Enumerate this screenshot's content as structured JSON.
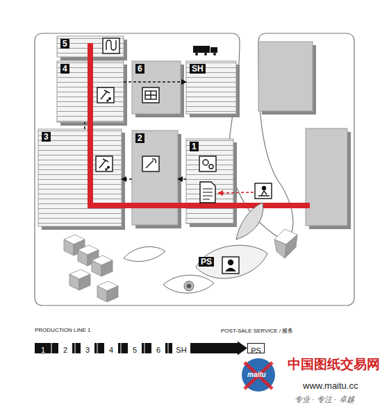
{
  "diagram": {
    "nodes": [
      {
        "text": [
          "5"
        ]
      },
      {
        "text": [
          "4"
        ]
      },
      {
        "text": [
          "6"
        ]
      },
      {
        "text": [
          "SH"
        ]
      },
      {
        "text": [
          "3"
        ]
      },
      {
        "text": [
          "2"
        ]
      },
      {
        "text": [
          "1"
        ]
      },
      {
        "text": [
          "PS"
        ]
      },
      {
        "text": [
          "1"
        ]
      },
      {
        "text": [
          "2"
        ]
      },
      {
        "text": [
          "3"
        ]
      },
      {
        "text": [
          "4"
        ]
      },
      {
        "text": [
          "5"
        ]
      },
      {
        "text": [
          "6"
        ]
      },
      {
        "text": [
          "SH"
        ]
      },
      {
        "text": [
          "PS"
        ]
      }
    ],
    "edges": [
      {
        "from": 6,
        "to": 5,
        "arrow": "to"
      },
      {
        "from": 5,
        "to": 4,
        "arrow": "to"
      },
      {
        "from": 4,
        "to": 1,
        "arrow": "none"
      },
      {
        "from": 1,
        "to": 3,
        "arrow": "to"
      },
      {
        "from": 14,
        "to": 15,
        "arrow": "to"
      }
    ],
    "labels": [
      "PRODUCTION LINE 1",
      "POST-SALE SERVICE / 服务",
      "maitu",
      "中国图纸交易网",
      "www.maitu.cc",
      "专业 · 专注 · 卓越"
    ]
  }
}
